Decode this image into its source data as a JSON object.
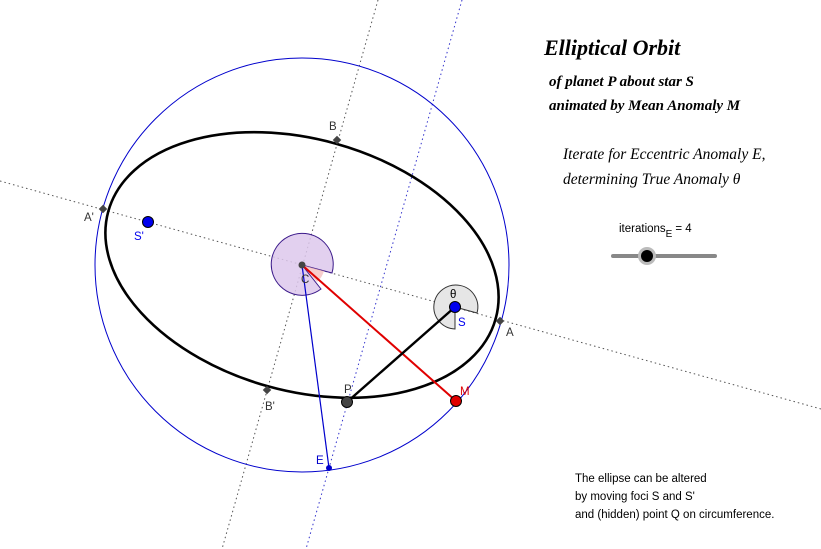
{
  "title": "Elliptical Orbit",
  "subtitle_lines": [
    "of planet P about star S",
    "animated by Mean Anomaly M"
  ],
  "iterate_lines": [
    "Iterate for Eccentric Anomaly E,",
    "determining True Anomaly θ"
  ],
  "slider": {
    "label": "iterations",
    "subscript": "E",
    "value_text": "= 4",
    "value": 4
  },
  "points": {
    "A": "A",
    "A_prime": "A'",
    "B": "B",
    "B_prime": "B'",
    "S": "S",
    "S_prime": "S'",
    "C": "C",
    "P": "P",
    "M": "M",
    "E": "E",
    "theta": "θ"
  },
  "note_lines": [
    "The ellipse can be altered",
    "by moving foci S and S'",
    "and (hidden) point Q on circumference."
  ],
  "colors": {
    "circle": "#0000cc",
    "ellipse": "#000000",
    "radius_CM": "#e00000",
    "foci": "#0000ee",
    "angle_fill": "#ddc8ec",
    "angle_stroke": "#3b1a8a",
    "theta_fill": "#e6e6e6"
  }
}
